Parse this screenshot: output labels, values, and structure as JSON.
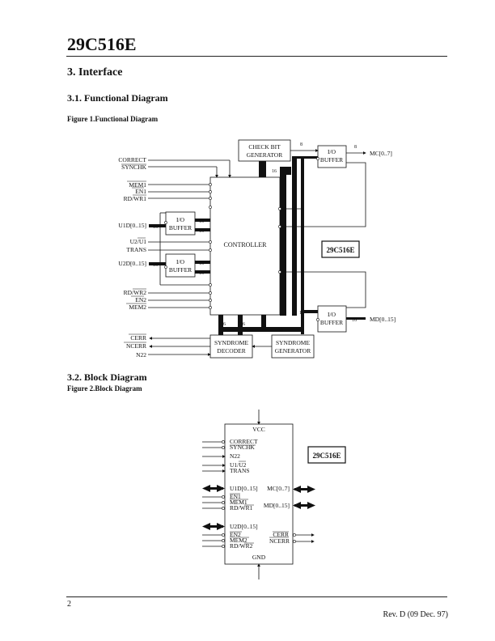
{
  "document": {
    "part_number": "29C516E",
    "section_title": "3. Interface",
    "sub1_title": "3.1. Functional Diagram",
    "fig1_caption": "Figure 1.Functional Diagram",
    "sub2_title": "3.2. Block Diagram",
    "fig2_caption": "Figure 2.Block Diagram",
    "page_number": "2",
    "revision": "Rev. D (09 Dec. 97)"
  },
  "functional_diagram": {
    "chip_label": "29C516E",
    "blocks": {
      "check_bit_generator": [
        "CHECK BIT",
        "GENERATOR"
      ],
      "io_buffer": [
        "I/O",
        "BUFFER"
      ],
      "controller": "CONTROLLER",
      "syndrome_decoder": [
        "SYNDROME",
        "DECODER"
      ],
      "syndrome_generator": [
        "SYNDROME",
        "GENERATOR"
      ]
    },
    "signals": {
      "correct": "CORRECT",
      "synchk": "SYNCHK",
      "mem1": "MEM1",
      "en1": "EN1",
      "rd_wr1": "RD/WR1",
      "u1d": "U1D[0..15]",
      "u2_u1": "U2/U1",
      "trans": "TRANS",
      "u2d": "U2D[0..15]",
      "rd_wr2": "RD/WR2",
      "en2": "EN2",
      "mem2": "MEM2",
      "cerr": "CERR",
      "ncerr": "NCERR",
      "n22": "N22",
      "mc": "MC[0..7]",
      "md": "MD[0..15]"
    },
    "bus_widths": {
      "eight": "8",
      "sixteen": "16"
    }
  },
  "block_diagram": {
    "chip_label": "29C516E",
    "vcc": "VCC",
    "gnd": "GND",
    "left_pins": [
      "CORRECT",
      "SYNCHK",
      "N22",
      "U1/U2",
      "TRANS",
      "U1D[0..15]",
      "EN1",
      "MEM1",
      "RD/WR1",
      "U2D[0..15]",
      "EN2",
      "MEM2",
      "RD/WR2"
    ],
    "right_pins": [
      "MC[0..7]",
      "MD[0..15]",
      "CERR",
      "NCERR"
    ]
  }
}
